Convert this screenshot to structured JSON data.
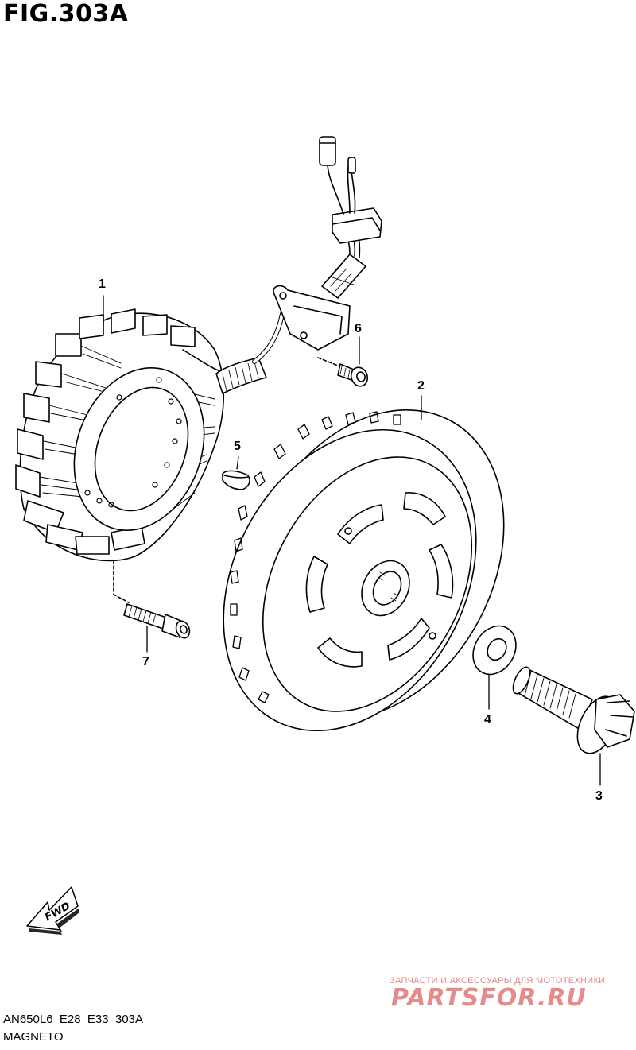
{
  "figure": {
    "title": "FIG.303A",
    "code": "AN650L6_E28_E33_303A",
    "name": "MAGNETO"
  },
  "callouts": [
    {
      "number": "1",
      "part": "stator"
    },
    {
      "number": "2",
      "part": "rotor"
    },
    {
      "number": "3",
      "part": "rotor-bolt"
    },
    {
      "number": "4",
      "part": "washer"
    },
    {
      "number": "5",
      "part": "key"
    },
    {
      "number": "6",
      "part": "sensor-screw"
    },
    {
      "number": "7",
      "part": "stator-bolt"
    }
  ],
  "direction_arrow": {
    "label": "FWD"
  },
  "watermark": {
    "tagline": "ЗАПЧАСТИ И АКСЕССУАРЫ ДЛЯ МОТОТЕХНИКИ",
    "logo": "PARTSFOR.RU"
  }
}
